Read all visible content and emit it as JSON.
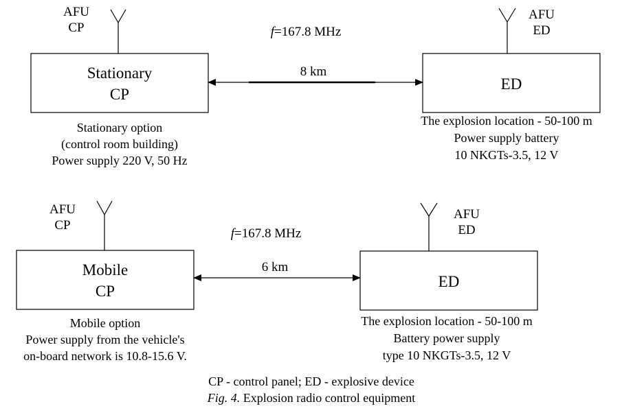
{
  "top": {
    "left_antenna_label": [
      "AFU",
      "CP"
    ],
    "right_antenna_label": [
      "AFU",
      "ED"
    ],
    "frequency": {
      "prefix": "f",
      "value": "=167.8 MHz"
    },
    "distance": "8 km",
    "left_box": [
      "Stationary",
      "CP"
    ],
    "right_box": "ED",
    "left_caption": [
      "Stationary option",
      "(control room building)",
      "Power supply 220 V, 50 Hz"
    ],
    "right_caption": [
      "The explosion location - 50-100 m",
      "Power supply battery",
      "10 NKGTs-3.5, 12 V"
    ]
  },
  "bottom": {
    "left_antenna_label": [
      "AFU",
      "CP"
    ],
    "right_antenna_label": [
      "AFU",
      "ED"
    ],
    "frequency": {
      "prefix": "f",
      "value": "=167.8 MHz"
    },
    "distance": "6 km",
    "left_box": [
      "Mobile",
      "CP"
    ],
    "right_box": "ED",
    "left_caption": [
      "Mobile option",
      "Power supply from the vehicle's",
      "on-board network is 10.8-15.6 V."
    ],
    "right_caption": [
      "The explosion location - 50-100 m",
      "Battery power supply",
      "type 10 NKGTs-3.5, 12 V"
    ]
  },
  "legend": "CP - control panel; ED - explosive device",
  "figure_caption": {
    "label": "Fig. 4.",
    "text": " Explosion radio control equipment"
  }
}
